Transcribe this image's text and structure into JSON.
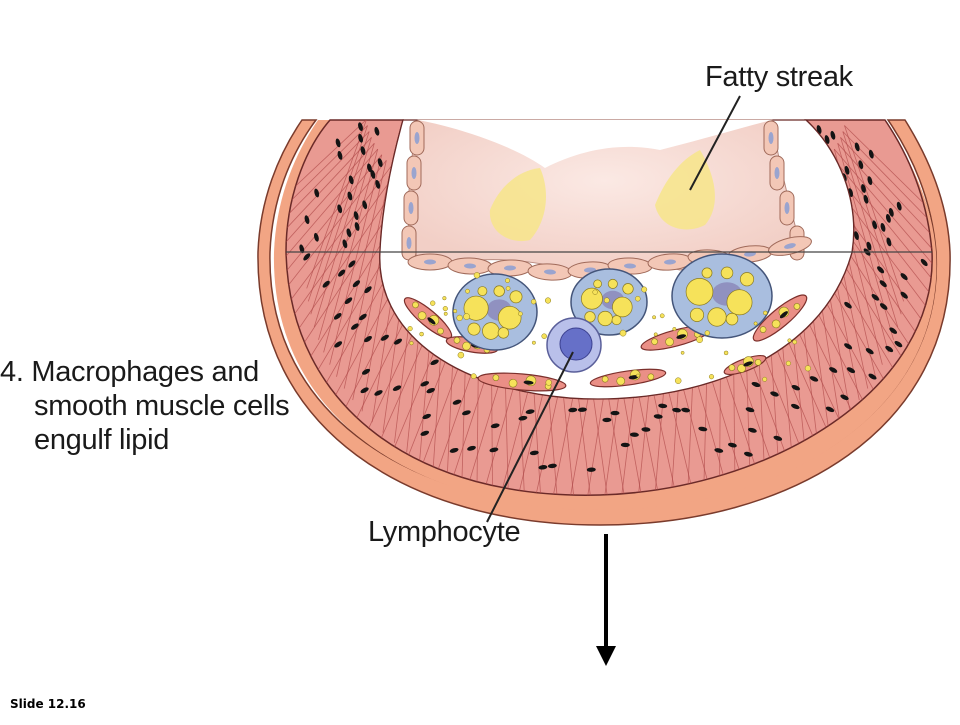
{
  "diagram": {
    "labels": {
      "fatty_streak": "Fatty streak",
      "lymphocyte": "Lymphocyte",
      "step_line1": "4. Macrophages and",
      "step_line2": "smooth muscle cells",
      "step_line3": "engulf lipid"
    },
    "colors": {
      "adventitia": "#f2a584",
      "media": "#e99a92",
      "muscle_lines": "#b04a4a",
      "nucleus": "#141414",
      "lumen_fill": "#f6dcd6",
      "fatty_streak": "#f7e58a",
      "endothelium": "#f3c7b6",
      "endothelial_nucleus": "#9aa4cf",
      "macrophage": "#a9bedf",
      "lipid": "#f6e25a",
      "lymphocyte": "#b9c0ea",
      "lymphocyte_nucleus": "#6670c8"
    }
  },
  "footer": {
    "slide_number": "Slide 12.16"
  }
}
